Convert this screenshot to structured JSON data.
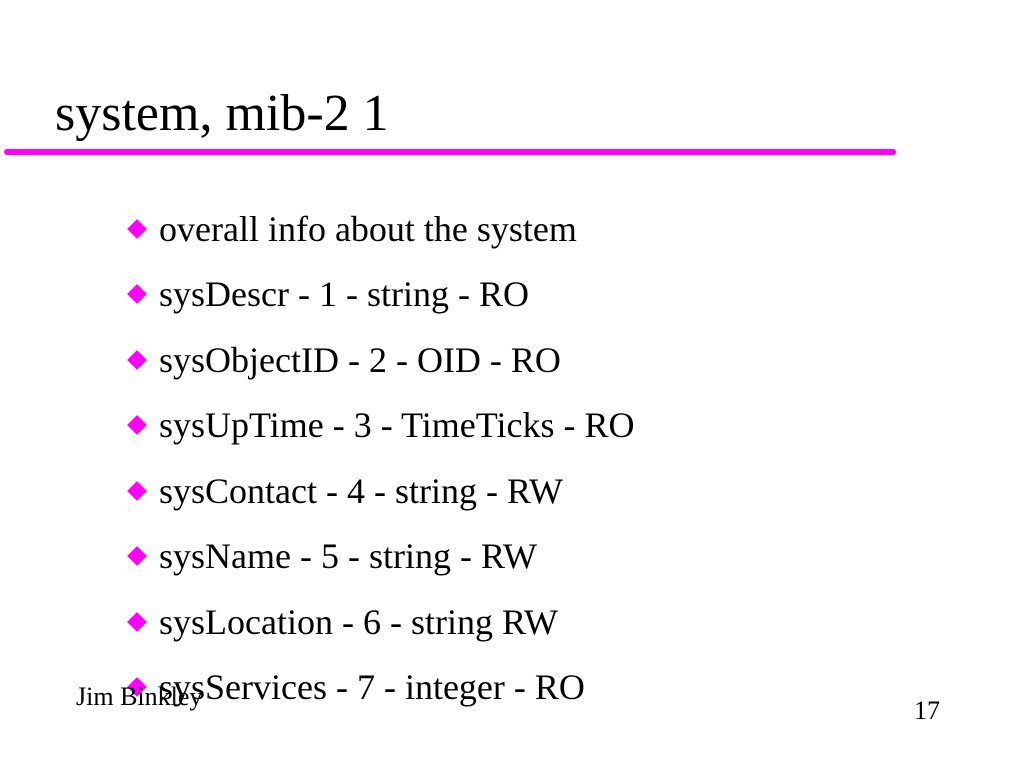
{
  "slide": {
    "title": "system, mib-2 1",
    "bullets": [
      {
        "text": "overall info about the system"
      },
      {
        "text": "sysDescr - 1 - string - RO"
      },
      {
        "text": "sysObjectID - 2 - OID - RO"
      },
      {
        "text": "sysUpTime - 3 - TimeTicks - RO"
      },
      {
        "text": "sysContact - 4 - string - RW"
      },
      {
        "text": "sysName - 5 - string - RW"
      },
      {
        "text": "sysLocation - 6 - string RW"
      },
      {
        "text": "sysServices - 7 - integer - RO"
      }
    ],
    "footer": {
      "author": "Jim Binkley",
      "page_number": "17"
    }
  },
  "colors": {
    "accent_rule": "#ff00ff",
    "bullet_marker": "#ff00ff",
    "text": "#000000",
    "background": "#ffffff"
  },
  "icons": {
    "bullet_marker": "diamond-icon"
  }
}
